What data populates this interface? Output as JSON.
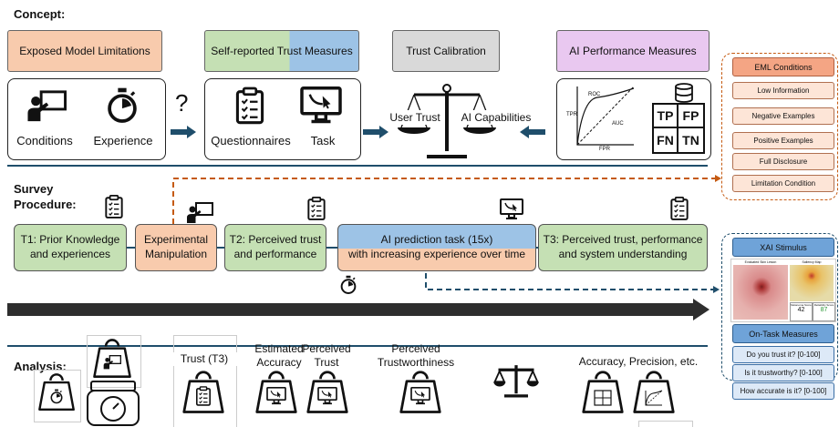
{
  "sections": {
    "concept": "Concept:",
    "survey_line1": "Survey",
    "survey_line2": "Procedure:",
    "analysis": "Analysis:"
  },
  "concept": {
    "eml": {
      "title": "Exposed Model Limitations",
      "items": [
        "Conditions",
        "Experience"
      ]
    },
    "question_mark": "?",
    "trust_measures": {
      "title": "Self-reported Trust Measures",
      "items": [
        "Questionnaires",
        "Task"
      ]
    },
    "calibration": {
      "title": "Trust Calibration",
      "left_pan": "User Trust",
      "right_pan": "AI Capabilities"
    },
    "ai_perf": {
      "title": "AI Performance Measures",
      "roc": "ROC",
      "auc": "AUC",
      "tpr": "TPR",
      "fpr": "FPR",
      "cm": [
        "TP",
        "FP",
        "FN",
        "TN"
      ]
    }
  },
  "eml_conditions": {
    "title": "EML Conditions",
    "items": [
      "Low Information",
      "Negative Examples",
      "Positive Examples",
      "Full Disclosure",
      "Limitation Condition"
    ]
  },
  "procedure": {
    "t1": [
      "T1: Prior Knowledge",
      "and experiences"
    ],
    "manip": [
      "Experimental",
      "Manipulation"
    ],
    "t2": [
      "T2: Perceived trust",
      "and performance"
    ],
    "ai_task": [
      "AI prediction task (15x)",
      "with increasing experience over time"
    ],
    "t3": [
      "T3: Perceived trust, performance",
      "and system understanding"
    ]
  },
  "xai": {
    "title": "XAI Stimulus",
    "img_left": "Evaluated Skin Lesion",
    "img_right": "Saliency Map",
    "score_left_label": "Melanoma Score",
    "score_left": "42",
    "score_right_label": "Reliability Score",
    "score_right": "87"
  },
  "on_task": {
    "title": "On-Task Measures",
    "items": [
      "Do you trust it? [0-100]",
      "Is it trustworthy? [0-100]",
      "How accurate is it? [0-100]"
    ]
  },
  "analysis": {
    "trust_t3": "Trust (T3)",
    "est_acc": [
      "Estimated",
      "Accuracy"
    ],
    "perc_trust": [
      "Perceived",
      "Trust"
    ],
    "perc_tw": [
      "Perceived",
      "Trustworthiness"
    ],
    "acc_prec": "Accuracy, Precision, etc."
  },
  "colors": {
    "orange": "#f8cbad",
    "green": "#c5e0b4",
    "blue": "#9dc3e6",
    "gray": "#d9d9d9",
    "purple": "#e9c8f0",
    "navy": "#1f4e6b"
  }
}
